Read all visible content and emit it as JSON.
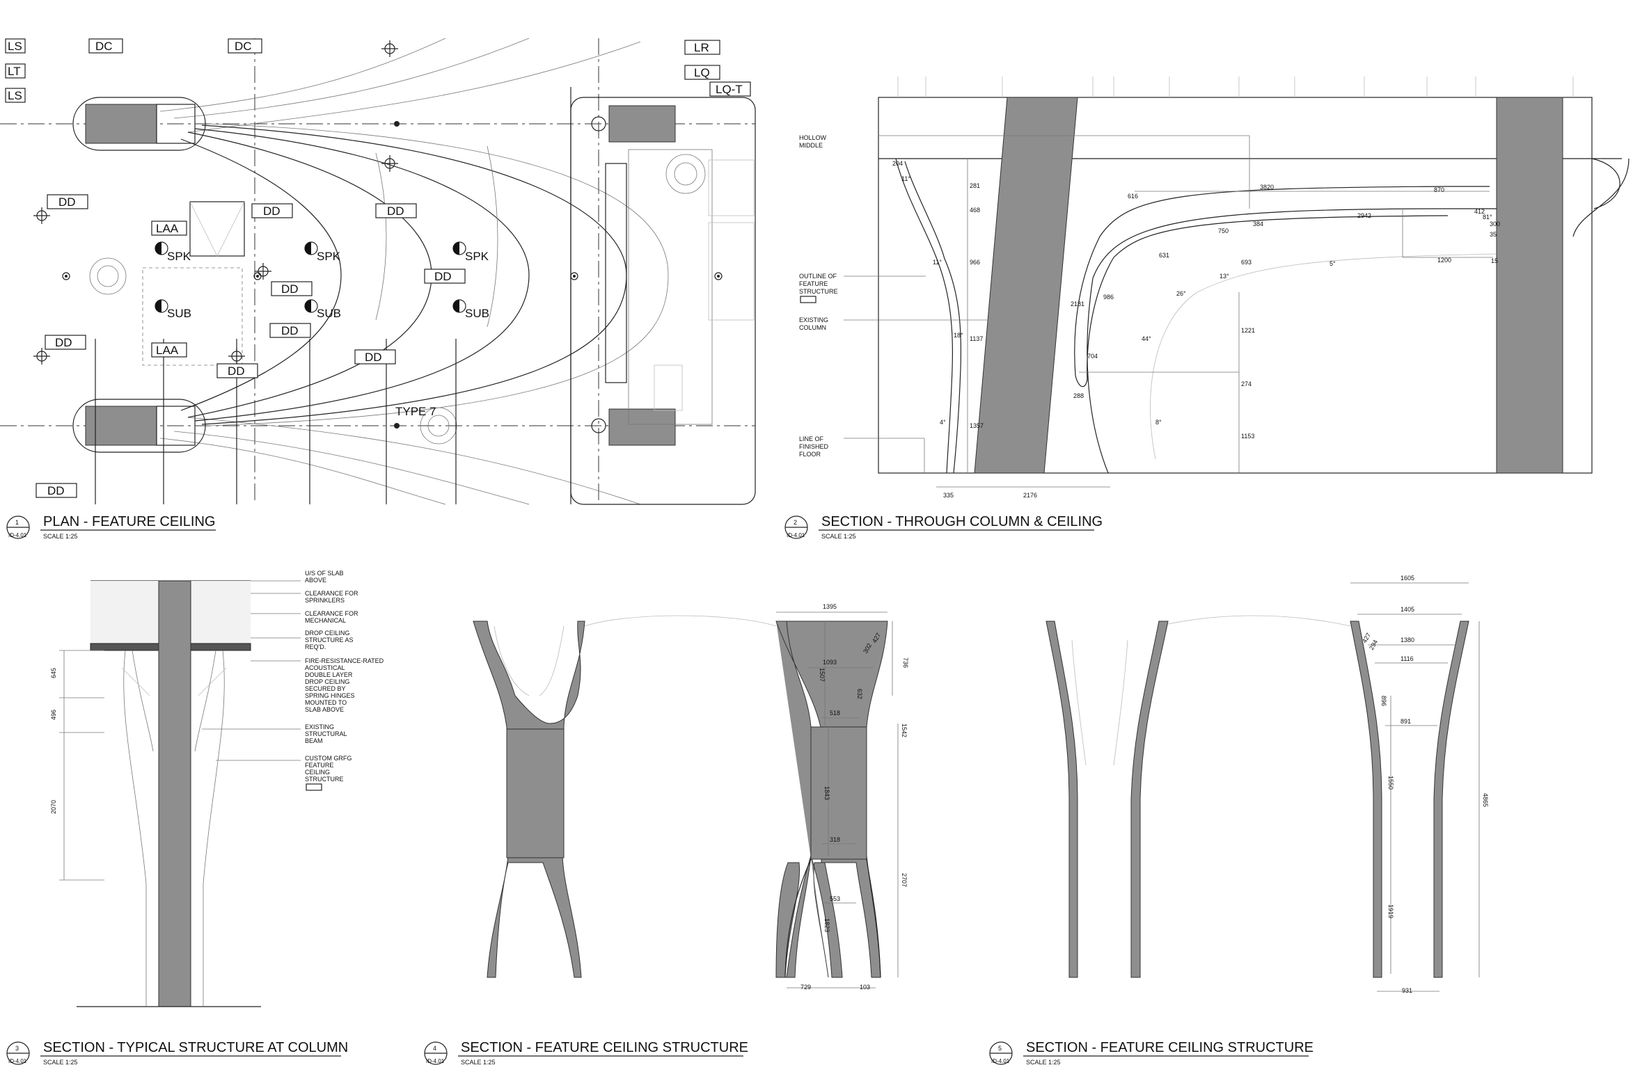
{
  "tags": {
    "ls1": "LS",
    "lt": "LT",
    "ls2": "LS",
    "dc1": "DC",
    "dc2": "DC",
    "lr": "LR",
    "lq": "LQ",
    "lqt": "LQ-T",
    "dd": "DD",
    "laa": "LAA",
    "spk": "SPK",
    "sub": "SUB",
    "type7": "TYPE 7"
  },
  "titles": [
    {
      "num": "1",
      "ref": "ID-4.01",
      "title": "PLAN - FEATURE CEILING",
      "scale": "SCALE 1:25"
    },
    {
      "num": "2",
      "ref": "ID-4.01",
      "title": "SECTION - THROUGH COLUMN & CEILING",
      "scale": "SCALE 1:25"
    },
    {
      "num": "3",
      "ref": "ID-4.01",
      "title": "SECTION - TYPICAL STRUCTURE AT COLUMN",
      "scale": "SCALE 1:25"
    },
    {
      "num": "4",
      "ref": "ID-4.01",
      "title": "SECTION - FEATURE CEILING STRUCTURE",
      "scale": "SCALE 1:25"
    },
    {
      "num": "5",
      "ref": "ID-4.01",
      "title": "SECTION - FEATURE CEILING STRUCTURE",
      "scale": "SCALE 1:25"
    }
  ],
  "section2_notes": {
    "hollow": [
      "HOLLOW",
      "MIDDLE"
    ],
    "outline": [
      "OUTLINE OF",
      "FEATURE",
      "STRUCTURE"
    ],
    "existing": [
      "EXISTING",
      "COLUMN"
    ],
    "floor": [
      "LINE OF",
      "FINISHED",
      "FLOOR"
    ]
  },
  "section2_dims": [
    "204",
    "281",
    "468",
    "966",
    "1137",
    "1357",
    "335",
    "2176",
    "3820",
    "870",
    "2942",
    "1200",
    "693",
    "1221",
    "274",
    "1153",
    "2181",
    "616",
    "750",
    "384",
    "631",
    "986",
    "704",
    "288",
    "412",
    "300",
    "15",
    "13°",
    "5°",
    "26°",
    "44°",
    "8°",
    "4°",
    "11°",
    "18°",
    "11°",
    "81°",
    "35"
  ],
  "section3_notes": [
    [
      "U/S OF SLAB",
      "ABOVE"
    ],
    [
      "CLEARANCE FOR",
      "SPRINKLERS"
    ],
    [
      "CLEARANCE FOR",
      "MECHANICAL"
    ],
    [
      "DROP CEILING",
      "STRUCTURE AS",
      "REQ'D."
    ],
    [
      "FIRE-RESISTANCE-RATED",
      "ACOUSTICAL",
      "DOUBLE LAYER",
      "DROP CEILING",
      "SECURED BY",
      "SPRING HINGES",
      "MOUNTED TO",
      "SLAB ABOVE"
    ],
    [
      "EXISTING",
      "STRUCTURAL",
      "BEAM"
    ],
    [
      "CUSTOM GRFG",
      "FEATURE",
      "CEILING",
      "STRUCTURE"
    ]
  ],
  "section3_dims": [
    "645",
    "496",
    "2070"
  ],
  "section4_dims": [
    "1395",
    "736",
    "1093",
    "302",
    "427",
    "1507",
    "632",
    "518",
    "1542",
    "1843",
    "318",
    "2707",
    "553",
    "1823",
    "729",
    "103"
  ],
  "section5_dims": [
    "1605",
    "1405",
    "1380",
    "1116",
    "427",
    "294",
    "891",
    "896",
    "1550",
    "4865",
    "1919",
    "931"
  ]
}
